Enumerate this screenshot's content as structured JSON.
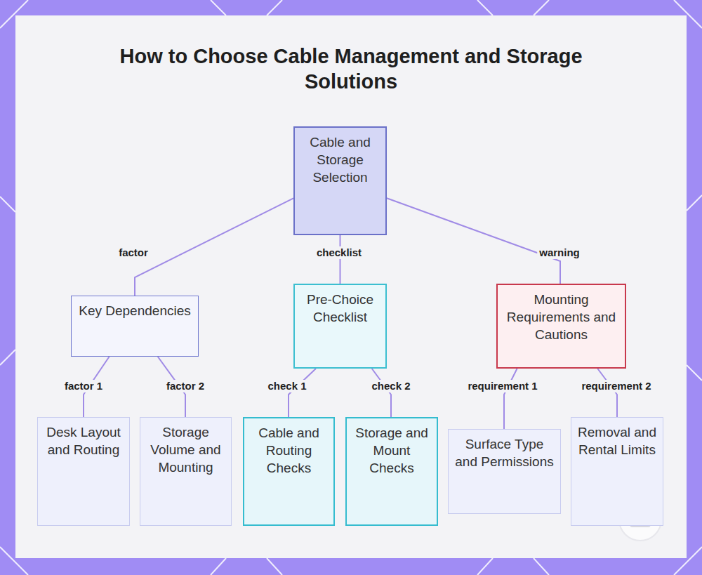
{
  "diagram": {
    "title": "How to Choose Cable Management and Storage Solutions",
    "nodes": [
      {
        "text": [
          "Cable and Storage Selection"
        ]
      },
      {
        "text": [
          "Key Dependencies"
        ]
      },
      {
        "text": [
          "Pre-Choice Checklist"
        ]
      },
      {
        "text": [
          "Mounting Requirements and Cautions"
        ]
      },
      {
        "text": [
          "Desk Layout and Routing"
        ]
      },
      {
        "text": [
          "Storage Volume and Mounting"
        ]
      },
      {
        "text": [
          "Cable and Routing Checks"
        ]
      },
      {
        "text": [
          "Storage and Mount Checks"
        ]
      },
      {
        "text": [
          "Surface Type and Permissions"
        ]
      },
      {
        "text": [
          "Removal and Rental Limits"
        ]
      }
    ],
    "edges": [
      {
        "from": 0,
        "to": 1,
        "arrow": "none",
        "label": "factor"
      },
      {
        "from": 0,
        "to": 2,
        "arrow": "none",
        "label": "checklist"
      },
      {
        "from": 0,
        "to": 3,
        "arrow": "none",
        "label": "warning"
      },
      {
        "from": 1,
        "to": 4,
        "arrow": "none",
        "label": "factor 1"
      },
      {
        "from": 1,
        "to": 5,
        "arrow": "none",
        "label": "factor 2"
      },
      {
        "from": 2,
        "to": 6,
        "arrow": "none",
        "label": "check 1"
      },
      {
        "from": 2,
        "to": 7,
        "arrow": "none",
        "label": "check 2"
      },
      {
        "from": 3,
        "to": 8,
        "arrow": "none",
        "label": "requirement 1"
      },
      {
        "from": 3,
        "to": 9,
        "arrow": "none",
        "label": "requirement 2"
      }
    ]
  }
}
